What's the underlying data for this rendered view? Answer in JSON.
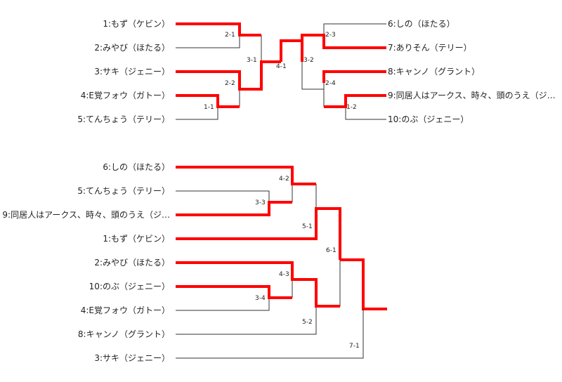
{
  "colors": {
    "win": "#ff0000",
    "line": "#333333",
    "text": "#222222"
  },
  "bracket1": {
    "left_players": [
      "1:もず（ケビン）",
      "2:みやび（ほたる）",
      "3:サキ（ジェニー）",
      "4:E覚フォウ（ガトー）",
      "5:てんちょう（テリー）"
    ],
    "right_players": [
      "6:しの（ほたる）",
      "7:ありそん（テリー）",
      "8:キャンノ（グラント）",
      "9:同居人はアークス、時々、頭のうえ（ジ…",
      "10:のぶ（ジェニー）"
    ],
    "match_labels": [
      "2-1",
      "2-2",
      "1-1",
      "3-1",
      "4-1",
      "3-2",
      "2-3",
      "2-4",
      "1-2"
    ]
  },
  "bracket2": {
    "players": [
      "6:しの（ほたる）",
      "5:てんちょう（テリー）",
      "9:同居人はアークス、時々、頭のうえ（ジ…",
      "1:もず（ケビン）",
      "2:みやび（ほたる）",
      "10:のぶ（ジェニー）",
      "4:E覚フォウ（ガトー）",
      "8:キャンノ（グラント）",
      "3:サキ（ジェニー）"
    ],
    "match_labels": [
      "4-2",
      "3-3",
      "5-1",
      "6-1",
      "4-3",
      "3-4",
      "5-2",
      "7-1"
    ]
  }
}
